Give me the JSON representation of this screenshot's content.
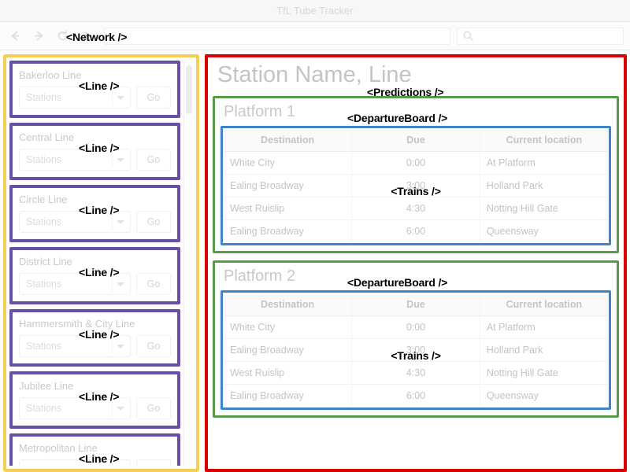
{
  "window": {
    "title": "TfL Tube Tracker"
  },
  "toolbar": {
    "back_icon": "arrow-left-icon",
    "forward_icon": "arrow-right-icon",
    "reload_icon": "reload-icon",
    "home_icon": "home-icon",
    "url_value": "",
    "url_placeholder": "",
    "search_value": "",
    "search_placeholder": "",
    "search_icon": "search-icon"
  },
  "annotations": {
    "network": "<Network />",
    "line": "<Line />",
    "predictions": "<Predictions />",
    "departure_board": "<DepartureBoard />",
    "trains": "<Trains />",
    "colors": {
      "network": "#f5cf54",
      "line": "#6a4fa8",
      "predictions": "#d80000",
      "departure_board": "#5a9b4b",
      "trains": "#3d85c8"
    }
  },
  "sidebar": {
    "station_placeholder": "Stations",
    "go_label": "Go",
    "caret_icon": "chevron-down-icon",
    "lines": [
      {
        "name": "Bakerloo Line"
      },
      {
        "name": "Central Line"
      },
      {
        "name": "Circle Line"
      },
      {
        "name": "District Line"
      },
      {
        "name": "Hammersmith & City Line"
      },
      {
        "name": "Jubilee Line"
      },
      {
        "name": "Metropolitan Line"
      }
    ]
  },
  "main": {
    "station_title": "Station Name, Line",
    "columns": [
      "Destination",
      "Due",
      "Current location"
    ],
    "boards": [
      {
        "title": "Platform 1",
        "rows": [
          {
            "destination": "White City",
            "due": "0:00",
            "location": "At Platform"
          },
          {
            "destination": "Ealing Broadway",
            "due": "3:00",
            "location": "Holland Park"
          },
          {
            "destination": "West Ruislip",
            "due": "4:30",
            "location": "Notting Hill Gate"
          },
          {
            "destination": "Ealing Broadway",
            "due": "6:00",
            "location": "Queensway"
          }
        ]
      },
      {
        "title": "Platform 2",
        "rows": [
          {
            "destination": "White City",
            "due": "0:00",
            "location": "At Platform"
          },
          {
            "destination": "Ealing Broadway",
            "due": "3:00",
            "location": "Holland Park"
          },
          {
            "destination": "West Ruislip",
            "due": "4:30",
            "location": "Notting Hill Gate"
          },
          {
            "destination": "Ealing Broadway",
            "due": "6:00",
            "location": "Queensway"
          }
        ]
      }
    ]
  }
}
